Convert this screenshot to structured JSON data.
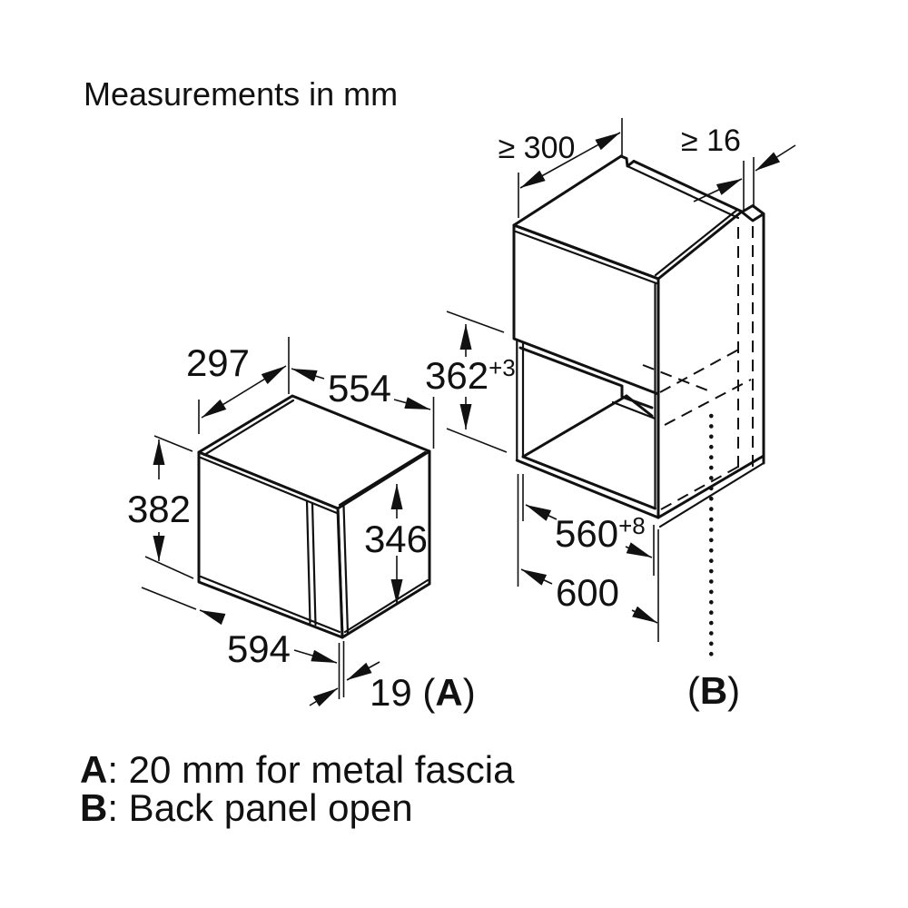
{
  "title": "Measurements in mm",
  "microwave": {
    "depth_top": "297",
    "width_top": "554",
    "height_left": "382",
    "height_right": "346",
    "width_bottom": "594",
    "fascia": {
      "value": "19",
      "open": " (",
      "key": "A",
      "close": ")"
    }
  },
  "cabinet": {
    "top_clearance": "≥ 300",
    "panel_thickness": "≥ 16",
    "niche_height": {
      "value": "362",
      "tolerance": "+3"
    },
    "niche_width": {
      "value": "560",
      "tolerance": "+8"
    },
    "cabinet_width": "600",
    "back": {
      "open": "(",
      "key": "B",
      "close": ")"
    }
  },
  "legend": {
    "a": {
      "key": "A",
      "text": ": 20 mm for metal fascia"
    },
    "b": {
      "key": "B",
      "text": ": Back panel open"
    }
  },
  "colors": {
    "line": "#111111",
    "background": "#ffffff"
  }
}
